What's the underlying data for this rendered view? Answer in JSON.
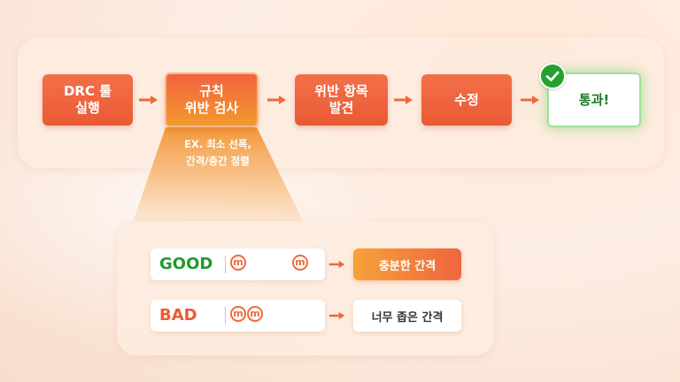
{
  "flow": {
    "steps": [
      {
        "label": "DRC 툴\n실행"
      },
      {
        "label": "규칙\n위반 검사"
      },
      {
        "label": "위반 항목\n발견"
      },
      {
        "label": "수정"
      },
      {
        "label": "통과!"
      }
    ],
    "note": "EX. 최소 선폭,\n간격/층간 정렬"
  },
  "examples": {
    "good": {
      "label": "GOOD",
      "metal_glyph": "m",
      "result": "충분한 간격"
    },
    "bad": {
      "label": "BAD",
      "metal_glyph": "m",
      "result": "너무 좁은 간격"
    }
  },
  "colors": {
    "accent": "#ef6a3c",
    "pass_green": "#24a12f",
    "good_text": "#1f9a2c",
    "bad_text": "#ee5a30"
  },
  "icons": {
    "arrow": "arrow-right-icon",
    "check": "check-circle-icon",
    "metal": "metal-line-icon"
  }
}
